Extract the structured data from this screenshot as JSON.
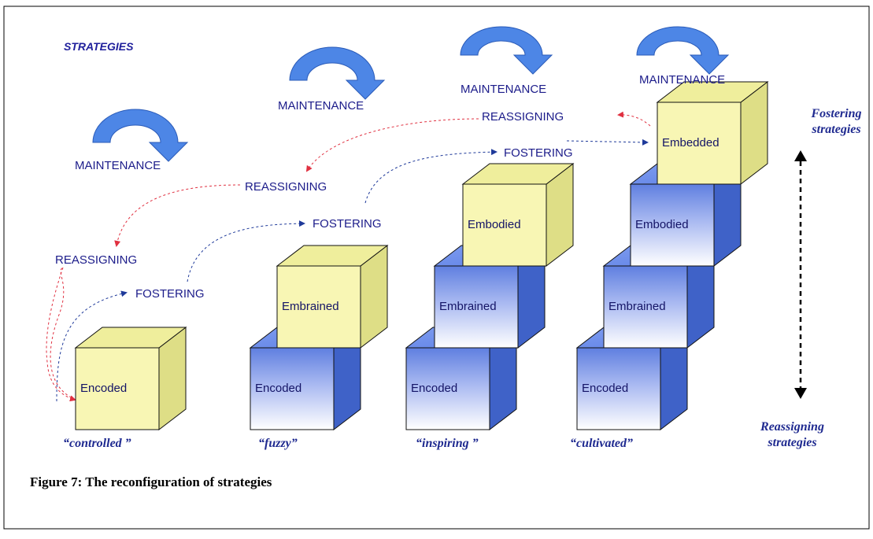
{
  "diagram": {
    "heading": "STRATEGIES",
    "maintenance_labels": [
      "MAINTENANCE",
      "MAINTENANCE",
      "MAINTENANCE",
      "MAINTENANCE"
    ],
    "reassigning_labels": [
      "REASSIGNING",
      "REASSIGNING",
      "REASSIGNING"
    ],
    "fostering_labels": [
      "FOSTERING",
      "FOSTERING",
      "FOSTERING"
    ],
    "stages": [
      {
        "caption": "“controlled ”",
        "cubes": [
          "Encoded"
        ]
      },
      {
        "caption": "“fuzzy”",
        "cubes": [
          "Encoded",
          "Embrained"
        ]
      },
      {
        "caption": "“inspiring ”",
        "cubes": [
          "Encoded",
          "Embrained",
          "Embodied"
        ]
      },
      {
        "caption": "“cultivated”",
        "cubes": [
          "Encoded",
          "Embrained",
          "Embodied",
          "Embedded"
        ]
      }
    ],
    "fostering_strategies": "Fostering strategies",
    "reassigning_strategies": "Reassigning strategies",
    "colors": {
      "arrow_blue": "#4d86e6",
      "cube_yellow_front": "#f8f6b4",
      "cube_yellow_side": "#dede86",
      "cube_blue_front": "#a8b8f0",
      "cube_blue_side": "#3f62c8",
      "reassign_line": "#e03040",
      "foster_line": "#1f3a9a"
    }
  },
  "figure_caption": "Figure 7: The reconfiguration of strategies"
}
